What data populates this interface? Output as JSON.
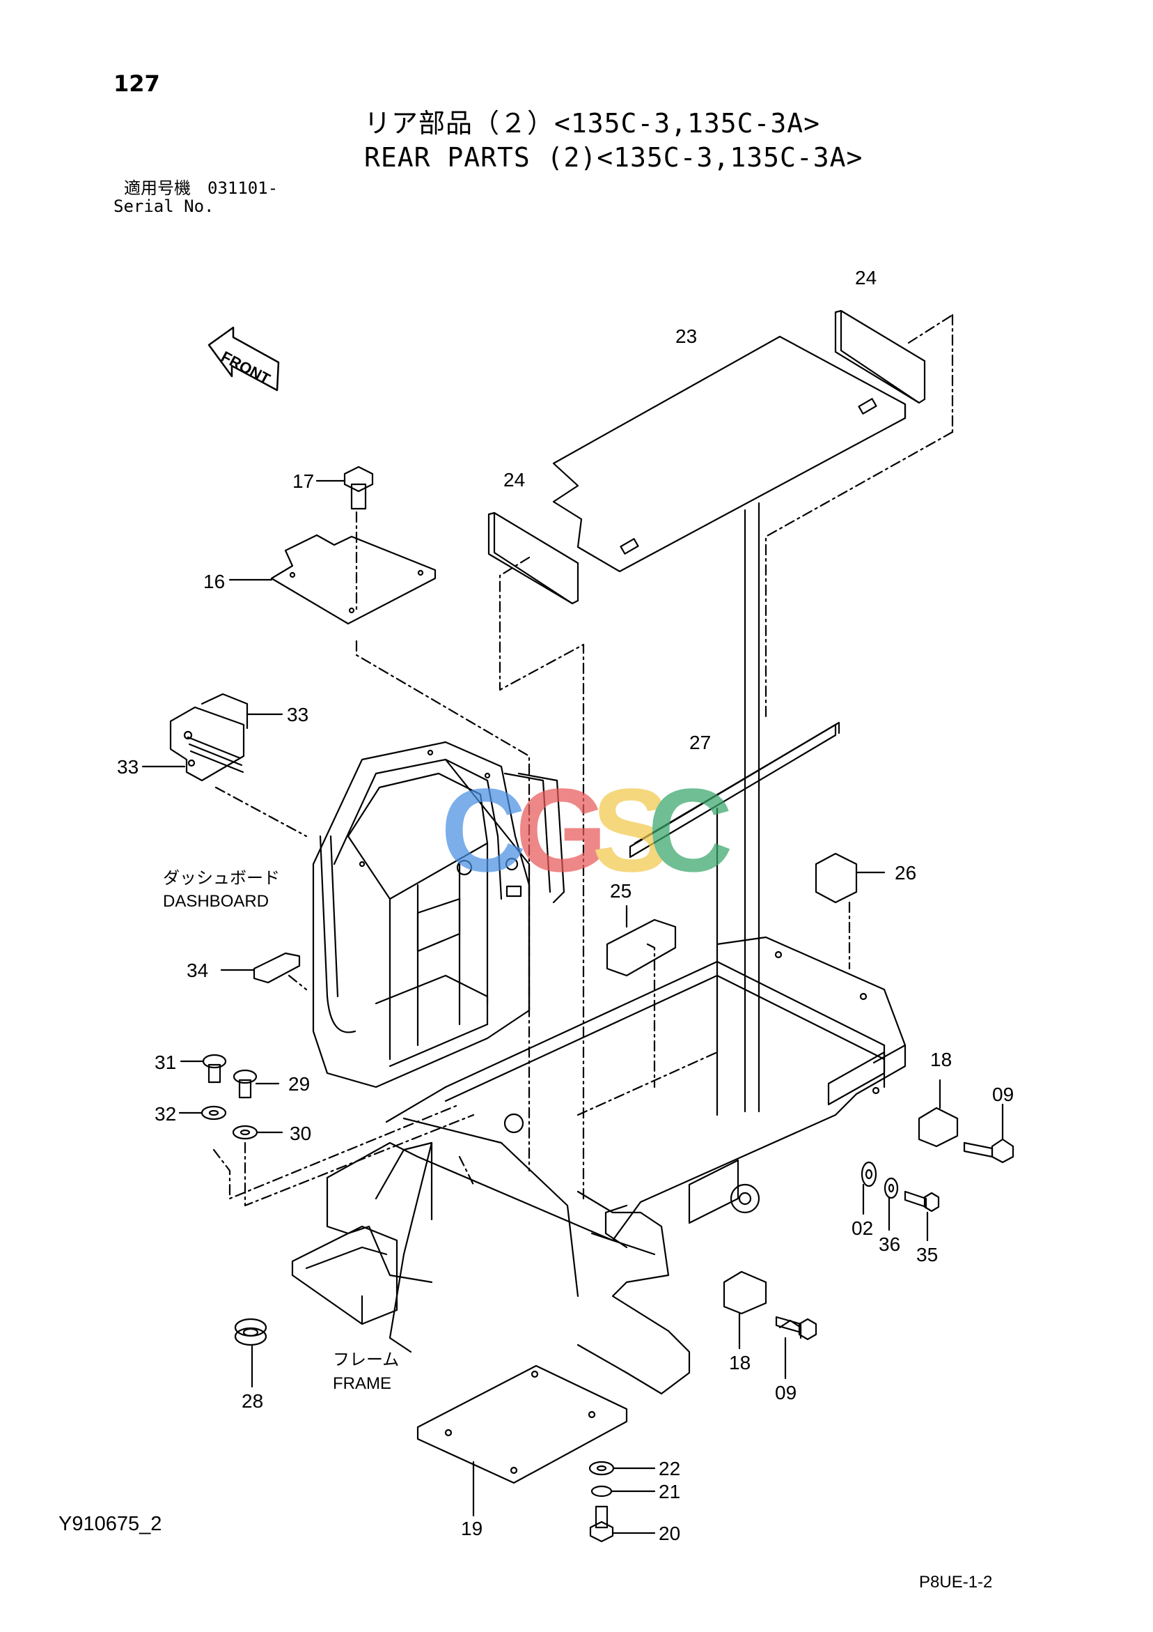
{
  "page": {
    "number": "127",
    "title_jp": "リア部品（２）<135C-3,135C-3A>",
    "title_en": "REAR PARTS (2)<135C-3,135C-3A>",
    "serial_label_jp": "適用号機　031101-",
    "serial_label_en": "Serial No.",
    "footer_left": "Y910675_2",
    "footer_right": "P8UE-1-2"
  },
  "labels": {
    "dashboard_jp": "ダッシュボード",
    "dashboard_en": "DASHBOARD",
    "frame_jp": "フレーム",
    "frame_en": "FRAME",
    "front_arrow": "FRONT"
  },
  "watermark": {
    "letters": [
      "C",
      "G",
      "S",
      "C"
    ],
    "colors": [
      "#4a90e2",
      "#e85a5a",
      "#f2c94c",
      "#3aa66b"
    ]
  },
  "parts": {
    "p24a": "24",
    "p23": "23",
    "p24b": "24",
    "p17": "17",
    "p16": "16",
    "p33a": "33",
    "p33b": "33",
    "p27": "27",
    "p26": "26",
    "p25": "25",
    "p34": "34",
    "p31": "31",
    "p29": "29",
    "p32": "32",
    "p30": "30",
    "p18a": "18",
    "p09a": "09",
    "p02": "02",
    "p36": "36",
    "p35": "35",
    "p18b": "18",
    "p09b": "09",
    "p28": "28",
    "p22": "22",
    "p21": "21",
    "p20": "20",
    "p19": "19"
  }
}
